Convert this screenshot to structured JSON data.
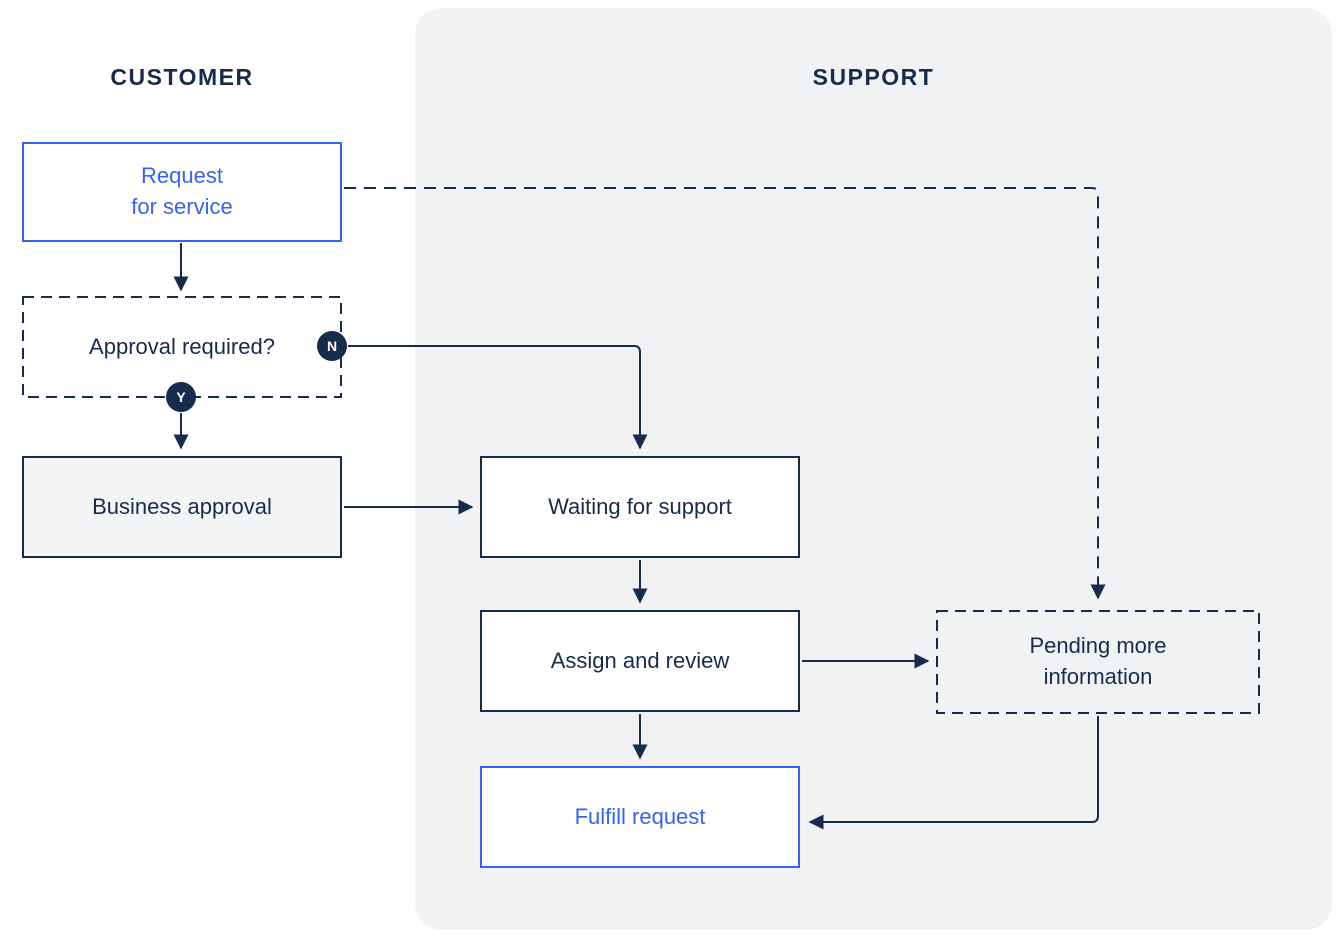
{
  "colors": {
    "navy": "#172b4d",
    "accent_blue": "#3563f2",
    "lane_background": "#f1f2f4",
    "gray_box_fill": "#f4f5f7",
    "node_background": "#ffffff"
  },
  "lanes": {
    "customer": {
      "label": "CUSTOMER"
    },
    "support": {
      "label": "SUPPORT"
    }
  },
  "nodes": {
    "request_for_service": {
      "label": "Request\nfor service",
      "style": "blue-solid-border"
    },
    "approval_required": {
      "label": "Approval required?",
      "style": "navy-dashed-border"
    },
    "business_approval": {
      "label": "Business approval",
      "style": "navy-solid-border-gray-fill"
    },
    "waiting_for_support": {
      "label": "Waiting for support",
      "style": "navy-solid-border"
    },
    "assign_and_review": {
      "label": "Assign and review",
      "style": "navy-solid-border"
    },
    "fulfill_request": {
      "label": "Fulfill request",
      "style": "blue-solid-border"
    },
    "pending_more_information": {
      "label": "Pending more\ninformation",
      "style": "navy-dashed-border"
    }
  },
  "badges": {
    "no": {
      "label": "N"
    },
    "yes": {
      "label": "Y"
    }
  },
  "edges": [
    {
      "from": "request_for_service",
      "to": "approval_required",
      "style": "solid"
    },
    {
      "from": "request_for_service",
      "to": "pending_more_information",
      "style": "dashed"
    },
    {
      "from": "approval_required",
      "to": "waiting_for_support",
      "label": "N",
      "style": "solid"
    },
    {
      "from": "approval_required",
      "to": "business_approval",
      "label": "Y",
      "style": "solid"
    },
    {
      "from": "business_approval",
      "to": "waiting_for_support",
      "style": "solid"
    },
    {
      "from": "waiting_for_support",
      "to": "assign_and_review",
      "style": "solid"
    },
    {
      "from": "assign_and_review",
      "to": "pending_more_information",
      "style": "solid"
    },
    {
      "from": "assign_and_review",
      "to": "fulfill_request",
      "style": "solid"
    },
    {
      "from": "pending_more_information",
      "to": "fulfill_request",
      "style": "solid"
    }
  ]
}
